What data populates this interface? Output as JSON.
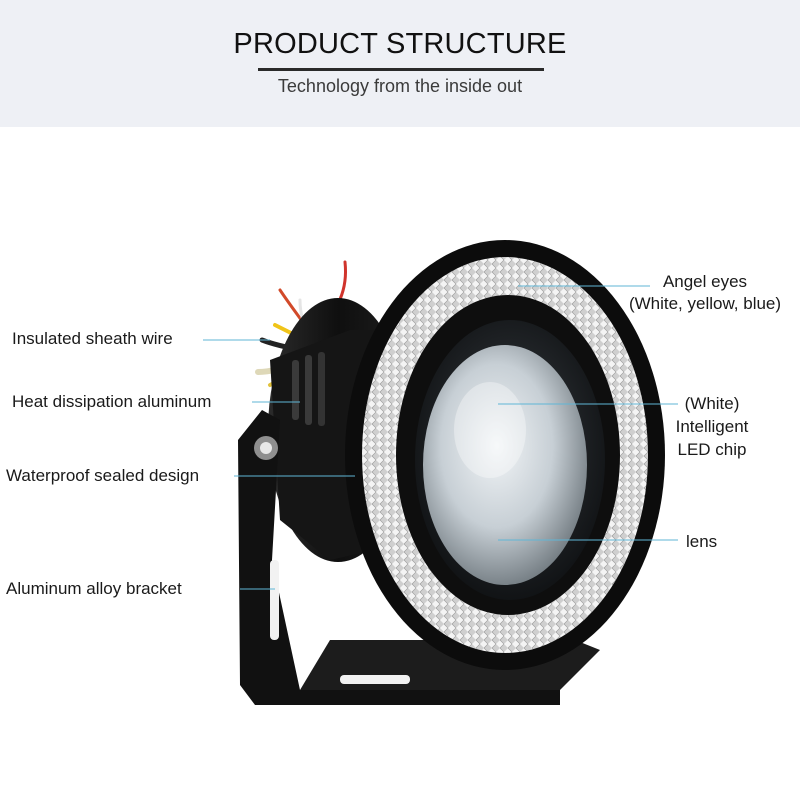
{
  "header": {
    "title": "PRODUCT STRUCTURE",
    "subtitle": "Technology from the inside out"
  },
  "labels": {
    "insulated_wire": "Insulated sheath wire",
    "heat_dissipation": "Heat dissipation aluminum",
    "waterproof": "Waterproof sealed design",
    "bracket": "Aluminum alloy bracket",
    "angel_eyes": "Angel eyes",
    "angel_eyes_colors": "(White, yellow, blue)",
    "led_white": "(White)",
    "led_intelligent": "Intelligent",
    "led_chip": "LED chip",
    "lens": "lens"
  },
  "colors": {
    "header_bg": "#eef0f5",
    "leader_line": "#5fb6d6",
    "housing": "#141414",
    "ring": "#d9d9d9",
    "lens": "#cfd6db"
  }
}
